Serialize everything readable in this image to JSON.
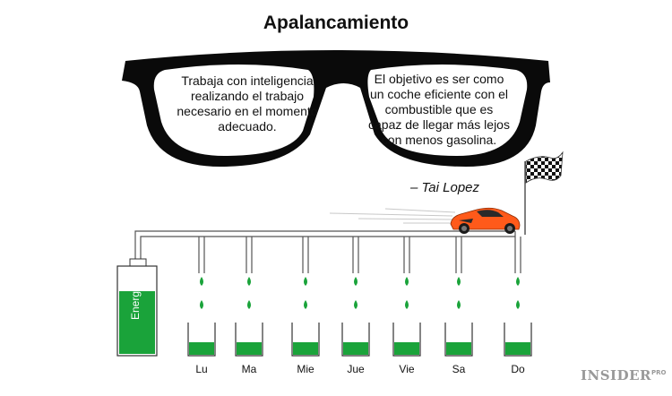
{
  "title": "Apalancamiento",
  "quote_left": "Trabaja con inteligencia realizando el trabajo necesario en el momento adecuado.",
  "quote_right": "El objetivo es ser como un coche eficiente con el combustible que es capaz de llegar más lejos con menos gasolina.",
  "author": "– Tai Lopez",
  "battery_label": "Energía",
  "days": [
    "Lu",
    "Ma",
    "Mie",
    "Jue",
    "Vie",
    "Sa",
    "Do"
  ],
  "brand": {
    "name": "INSIDER",
    "suffix": "PRO"
  },
  "colors": {
    "energy_green": "#1aa33a",
    "frame_black": "#0a0a0a",
    "car_orange": "#ff5a1a",
    "brand_grey": "#999999"
  },
  "icons": [
    "glasses-icon",
    "battery-icon",
    "car-icon",
    "checkered-flag-icon",
    "water-drop-icon",
    "cup-icon"
  ]
}
